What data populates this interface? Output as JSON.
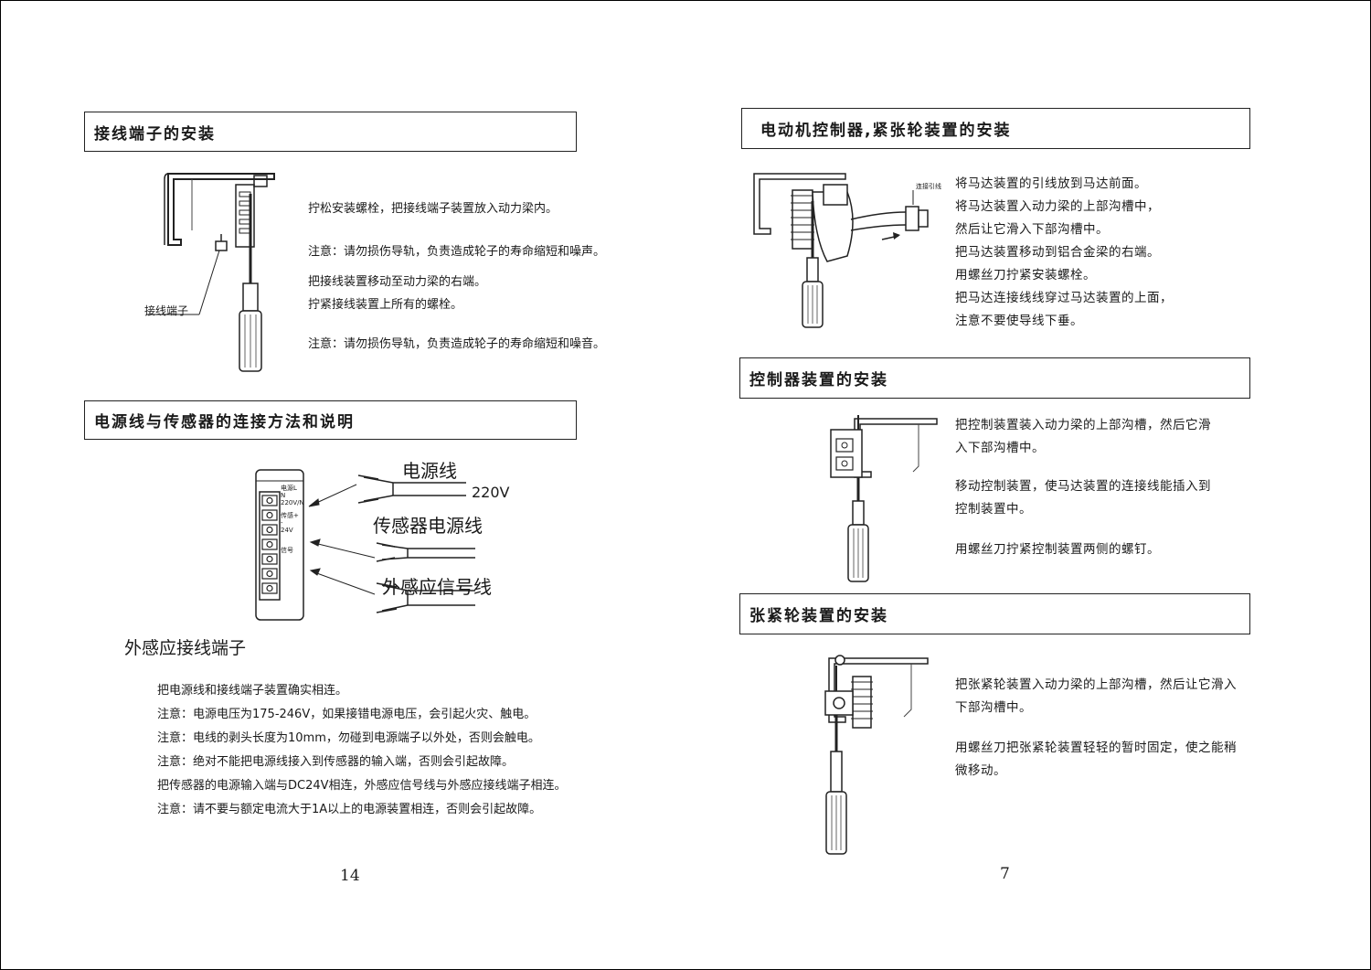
{
  "left_page": {
    "section1": {
      "title": "接线端子的安装",
      "figure_label": "接线端子",
      "lines": [
        "拧松安装螺栓，把接线端子装置放入动力梁内。",
        "注意：请勿损伤导轨，负责造成轮子的寿命缩短和噪声。",
        "把接线装置移动至动力梁的右端。",
        "拧紧接线装置上所有的螺栓。",
        "注意：请勿损伤导轨，负责造成轮子的寿命缩短和噪音。"
      ]
    },
    "section2": {
      "title": "电源线与传感器的连接方法和说明",
      "wire_labels": {
        "power": "电源线",
        "voltage": "220V",
        "sensor_power": "传感器电源线",
        "signal": "外感应信号线",
        "terminal": "外感应接线端子"
      },
      "terminal_marks": [
        "电源L",
        "N",
        "220V/N",
        "传感+",
        "-",
        "24V",
        "信号"
      ],
      "lines": [
        "把电源线和接线端子装置确实相连。",
        "注意：电源电压为175-246V，如果接错电源电压，会引起火灾、触电。",
        "注意：电线的剥头长度为10mm，勿碰到电源端子以外处，否则会触电。",
        "注意：绝对不能把电源线接入到传感器的输入端，否则会引起故障。",
        "把传感器的电源输入端与DC24V相连，外感应信号线与外感应接线端子相连。",
        "注意：请不要与额定电流大于1A以上的电源装置相连，否则会引起故障。"
      ]
    },
    "page_number": "14"
  },
  "right_page": {
    "section1": {
      "title": "电动机控制器,紧张轮装置的安装",
      "figure_label": "连接引线",
      "lines": [
        "将马达装置的引线放到马达前面。",
        "将马达装置入动力梁的上部沟槽中，",
        "然后让它滑入下部沟槽中。",
        "把马达装置移动到铝合金梁的右端。",
        "用螺丝刀拧紧安装螺栓。",
        "把马达连接线线穿过马达装置的上面，",
        "注意不要使导线下垂。"
      ]
    },
    "section2": {
      "title": "控制器装置的安装",
      "lines": [
        "把控制装置装入动力梁的上部沟槽，然后它滑",
        "入下部沟槽中。",
        "移动控制装置，使马达装置的连接线能插入到",
        "控制装置中。",
        "用螺丝刀拧紧控制装置两侧的螺钉。"
      ]
    },
    "section3": {
      "title": "张紧轮装置的安装",
      "lines": [
        "把张紧轮装置入动力梁的上部沟槽，然后让它滑入",
        "下部沟槽中。",
        "用螺丝刀把张紧轮装置轻轻的暂时固定，使之能稍",
        "微移动。"
      ]
    },
    "page_number": "7"
  }
}
